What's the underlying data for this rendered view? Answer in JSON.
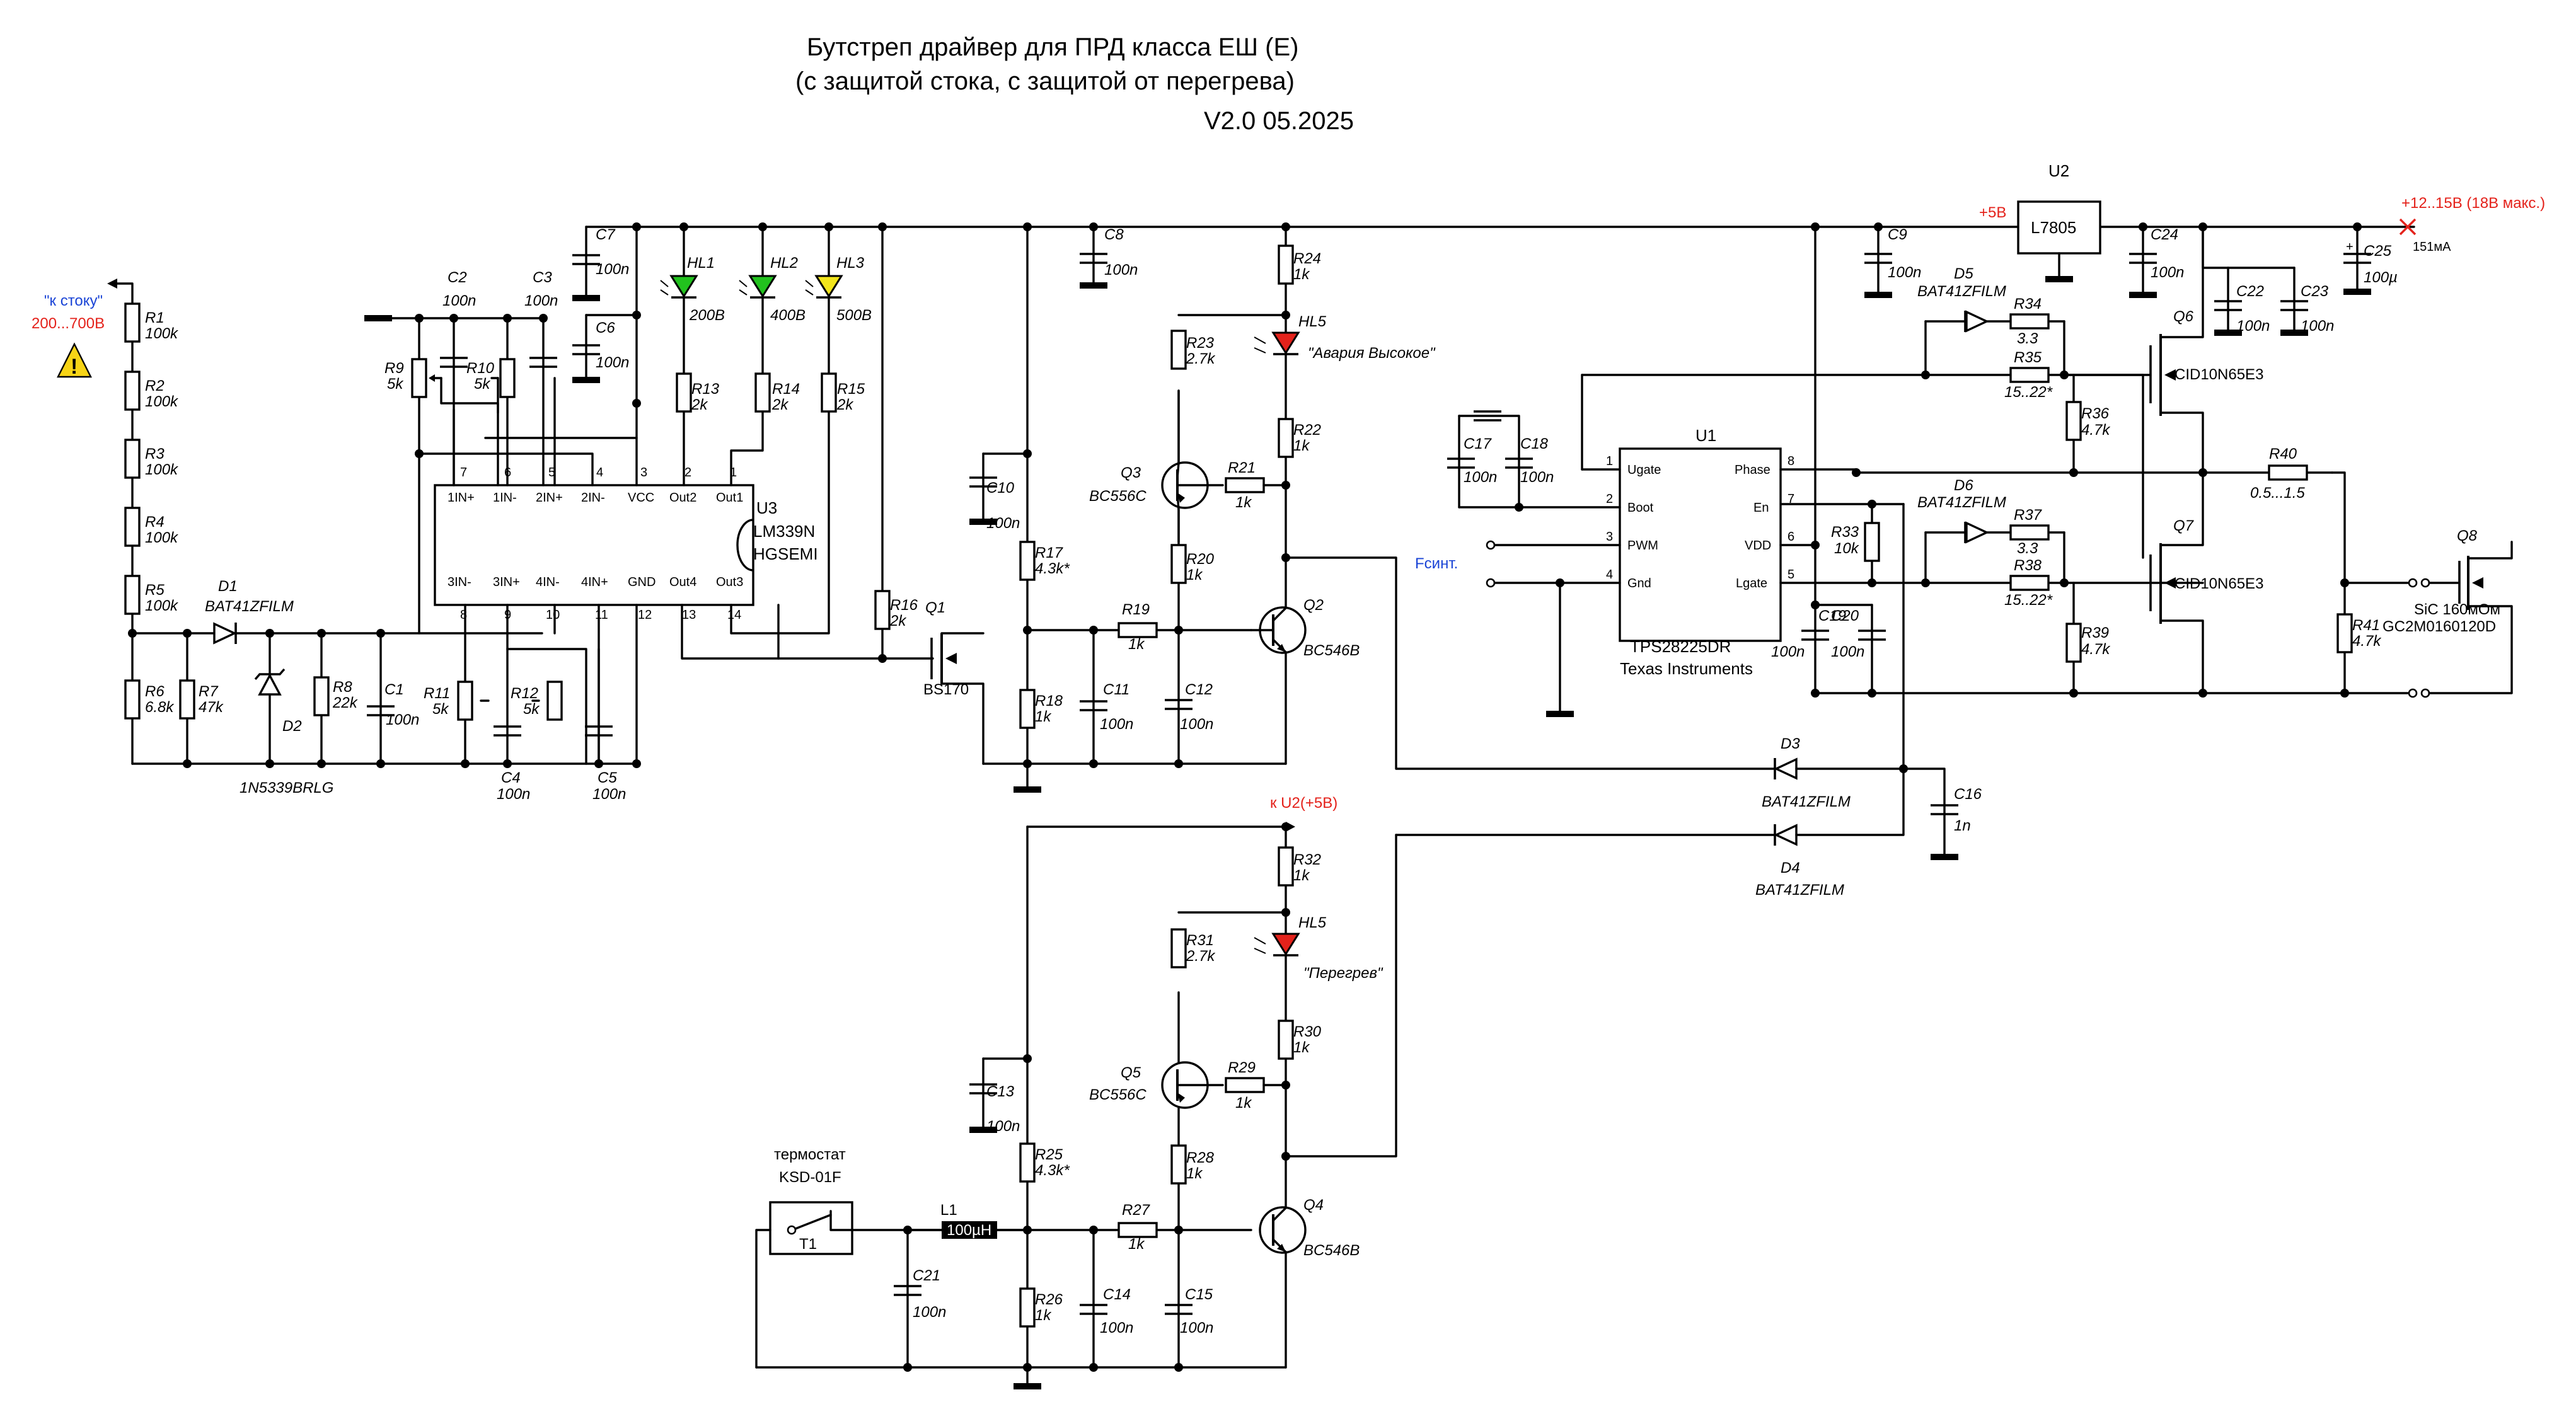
{
  "title": {
    "line1": "Бутстреп драйвер для ПРД класса ЕШ (Е)",
    "line2": "(с защитой стока, с защитой от перегрева)",
    "version": "V2.0 05.2025"
  },
  "net_labels": {
    "drain": "\"к стоку\"",
    "drain_voltage": "200...700В",
    "plus5": "+5В",
    "supply": "+12..15В (18В макс.)",
    "current": "151мА",
    "fsync": "Fсинт.",
    "to_u2": "к U2(+5В)"
  },
  "chips": {
    "u3": {
      "ref": "U3",
      "part": "LM339N",
      "maker": "HGSEMI",
      "pins_top": [
        "1IN+",
        "1IN-",
        "2IN+",
        "2IN-",
        "VCC",
        "Out2",
        "Out1"
      ],
      "pins_bot": [
        "3IN-",
        "3IN+",
        "4IN-",
        "4IN+",
        "GND",
        "Out4",
        "Out3"
      ],
      "nums_top": [
        "7",
        "6",
        "5",
        "4",
        "3",
        "2",
        "1"
      ],
      "nums_bot": [
        "8",
        "9",
        "10",
        "11",
        "12",
        "13",
        "14"
      ]
    },
    "u1": {
      "ref": "U1",
      "part": "TPS28225DR",
      "maker": "Texas Instruments",
      "pins_left": [
        "Ugate",
        "Boot",
        "PWM",
        "Gnd"
      ],
      "nums_left": [
        "1",
        "2",
        "3",
        "4"
      ],
      "pins_right": [
        "Phase",
        "En",
        "VDD",
        "Lgate"
      ],
      "nums_right": [
        "8",
        "7",
        "6",
        "5"
      ]
    },
    "u2": {
      "ref": "U2",
      "part": "L7805"
    }
  },
  "components": {
    "R1": "R1",
    "R1v": "100k",
    "R2": "R2",
    "R2v": "100k",
    "R3": "R3",
    "R3v": "100k",
    "R4": "R4",
    "R4v": "100k",
    "R5": "R5",
    "R5v": "100k",
    "R6": "R6",
    "R6v": "6.8k",
    "R7": "R7",
    "R7v": "47k",
    "R8": "R8",
    "R8v": "22k",
    "D1": "D1",
    "D1v": "BAT41ZFILM",
    "D2": "D2",
    "D2v": "1N5339BRLG",
    "C1": "C1",
    "C1v": "100n",
    "C2": "C2",
    "C2v": "100n",
    "C3": "C3",
    "C3v": "100n",
    "C4": "C4",
    "C4v": "100n",
    "C5": "C5",
    "C5v": "100n",
    "C6": "C6",
    "C6v": "100n",
    "C7": "C7",
    "C7v": "100n",
    "C8": "C8",
    "C8v": "100n",
    "C9": "C9",
    "C9v": "100n",
    "C10": "C10",
    "C10v": "100n",
    "C11": "C11",
    "C11v": "100n",
    "C12": "C12",
    "C12v": "100n",
    "C13": "C13",
    "C13v": "100n",
    "C14": "C14",
    "C14v": "100n",
    "C15": "C15",
    "C15v": "100n",
    "C16": "C16",
    "C16v": "1n",
    "C17": "C17",
    "C17v": "100n",
    "C18": "C18",
    "C18v": "100n",
    "C19": "C19",
    "C19v": "100n",
    "C20": "C20",
    "C20v": "100n",
    "C21": "C21",
    "C21v": "100n",
    "C22": "C22",
    "C22v": "100n",
    "C23": "C23",
    "C23v": "100n",
    "C24": "C24",
    "C24v": "100n",
    "C25": "C25",
    "C25v": "100µ",
    "R9": "R9",
    "R9v": "5k",
    "R10": "R10",
    "R10v": "5k",
    "R11": "R11",
    "R11v": "5k",
    "R12": "R12",
    "R12v": "5k",
    "HL1": "HL1",
    "HL1v": "200В",
    "HL2": "HL2",
    "HL2v": "400В",
    "HL3": "HL3",
    "HL3v": "500В",
    "R13": "R13",
    "R13v": "2k",
    "R14": "R14",
    "R14v": "2k",
    "R15": "R15",
    "R15v": "2k",
    "R16": "R16",
    "R16v": "2k",
    "Q1": "Q1",
    "Q1v": "BS170",
    "Q2": "Q2",
    "Q2v": "BC546B",
    "Q3": "Q3",
    "Q3v": "BC556C",
    "Q4": "Q4",
    "Q4v": "BC546B",
    "Q5": "Q5",
    "Q5v": "BC556C",
    "R17": "R17",
    "R17v": "4.3k*",
    "R18": "R18",
    "R18v": "1k",
    "R19": "R19",
    "R19v": "1k",
    "R20": "R20",
    "R20v": "1k",
    "R21": "R21",
    "R21v": "1k",
    "R22": "R22",
    "R22v": "1k",
    "R23": "R23",
    "R23v": "2.7k",
    "R24": "R24",
    "R24v": "1k",
    "HL5a": "HL5",
    "HL5av": "\"Авария Высокое\"",
    "R25": "R25",
    "R25v": "4.3k*",
    "R26": "R26",
    "R26v": "1k",
    "R27": "R27",
    "R27v": "1k",
    "R28": "R28",
    "R28v": "1k",
    "R29": "R29",
    "R29v": "1k",
    "R30": "R30",
    "R30v": "1k",
    "R31": "R31",
    "R31v": "2.7k",
    "R32": "R32",
    "R32v": "1k",
    "HL5b": "HL5",
    "HL5bv": "\"Перегрев\"",
    "D3": "D3",
    "D3v": "BAT41ZFILM",
    "D4": "D4",
    "D4v": "BAT41ZFILM",
    "D5": "D5",
    "D5v": "BAT41ZFILM",
    "D6": "D6",
    "D6v": "BAT41ZFILM",
    "R33": "R33",
    "R33v": "10k",
    "R34": "R34",
    "R34v": "3.3",
    "R35": "R35",
    "R35v": "15..22*",
    "R36": "R36",
    "R36v": "4.7k",
    "R37": "R37",
    "R37v": "3.3",
    "R38": "R38",
    "R38v": "15..22*",
    "R39": "R39",
    "R39v": "4.7k",
    "R40": "R40",
    "R40v": "0.5...1.5",
    "R41": "R41",
    "R41v": "4.7k",
    "Q6": "Q6",
    "Q6v": "CID10N65E3",
    "Q7": "Q7",
    "Q7v": "CID10N65E3",
    "Q8": "Q8",
    "Q8v1": "SiC 160мОм",
    "Q8v2": "GC2M0160120D",
    "T1": "T1",
    "T1a": "термостат",
    "T1b": "KSD-01F",
    "L1": "L1",
    "L1v": "100µH"
  },
  "colors": {
    "wire": "#000000",
    "led_red": "#e4221b",
    "led_green": "#22c21e",
    "led_yellow": "#f2e51b",
    "net_blue": "#1a44d6",
    "warning": "#f7d416"
  }
}
